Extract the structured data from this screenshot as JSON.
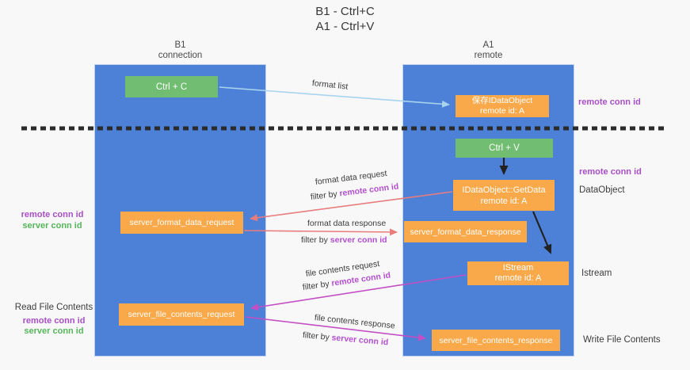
{
  "title": {
    "line1": "B1 - Ctrl+C",
    "line2": "A1 - Ctrl+V"
  },
  "columns": {
    "left": {
      "name": "B1",
      "role": "connection"
    },
    "right": {
      "name": "A1",
      "role": "remote"
    }
  },
  "boxes": {
    "ctrl_c": {
      "label": "Ctrl + C"
    },
    "ctrl_v": {
      "label": "Ctrl + V"
    },
    "save_idataobject": {
      "line1": "保存IDataObject",
      "line2": "remote id: A"
    },
    "idataobject_getdata": {
      "line1": "IDataObject::GetData",
      "line2": "remote id: A"
    },
    "istream": {
      "line1": "IStream",
      "line2": "remote id: A"
    },
    "server_format_data_request": {
      "label": "server_format_data_request"
    },
    "server_format_data_response": {
      "label": "server_format_data_response"
    },
    "server_file_contents_request": {
      "label": "server_file_contents_request"
    },
    "server_file_contents_response": {
      "label": "server_file_contents_response"
    }
  },
  "side_labels": {
    "right_remote_conn_id_top": "remote conn id",
    "right_remote_conn_id_mid": "remote conn id",
    "right_dataobject": "DataObject",
    "right_istream": "Istream",
    "right_write_file_contents": "Write File Contents",
    "left_remote_conn_id_top": "remote conn id",
    "left_server_conn_id_top": "server conn id",
    "left_read_file_contents": "Read File Contents",
    "left_remote_conn_id_bottom": "remote conn id",
    "left_server_conn_id_bottom": "server conn id"
  },
  "arrow_labels": {
    "format_list": "format list",
    "format_data_request": "format data request",
    "format_data_request_filter_prefix": "filter by ",
    "format_data_request_filter_key": "remote conn id",
    "format_data_response": "format data response",
    "format_data_response_filter_prefix": "filter by ",
    "format_data_response_filter_key": "server conn id",
    "file_contents_request": "file contents request",
    "file_contents_request_filter_prefix": "filter by ",
    "file_contents_request_filter_key": "remote conn id",
    "file_contents_response": "file contents response",
    "file_contents_response_filter_prefix": "filter by ",
    "file_contents_response_filter_key": "server conn id"
  },
  "colors": {
    "background": "#f8f8f8",
    "column_blue": "#4d81d8",
    "box_orange": "#f9a94a",
    "box_green": "#71bd71",
    "arrow_light_blue": "#a9d4ee",
    "arrow_salmon": "#e87c7c",
    "arrow_magenta": "#c44fc4",
    "arrow_black": "#222222",
    "dashed_line": "#2b2b2b",
    "label_purple": "#a94fc8",
    "label_green": "#56b55a",
    "label_text": "#3c3c3c"
  }
}
